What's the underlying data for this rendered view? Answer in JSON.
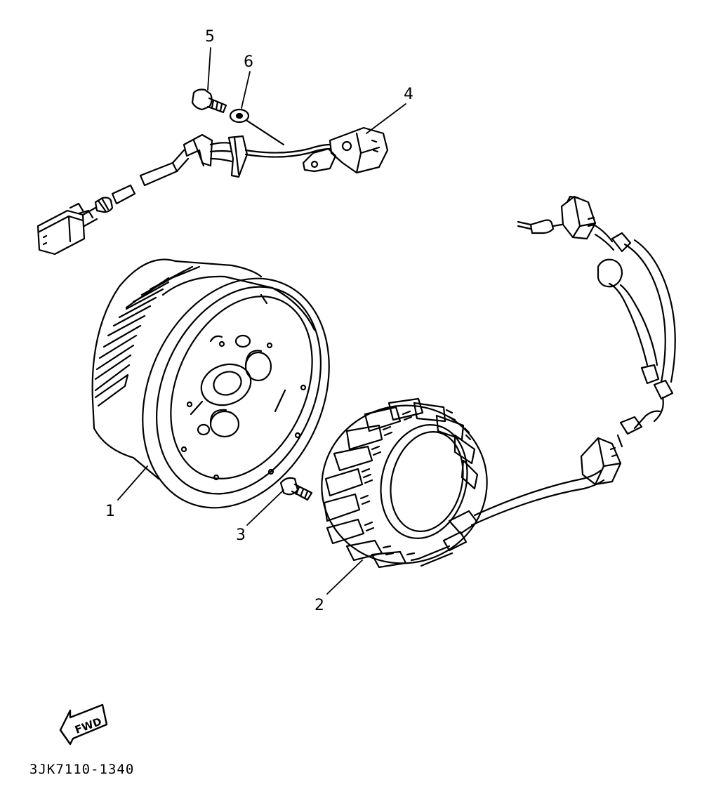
{
  "callouts": {
    "p1": "1",
    "p2": "2",
    "p3": "3",
    "p4": "4",
    "p5": "5",
    "p6": "6"
  },
  "fwd_label": "FWD",
  "diagram_code": "3JK7110-1340",
  "colors": {
    "ink": "#000000",
    "paper": "#ffffff"
  }
}
